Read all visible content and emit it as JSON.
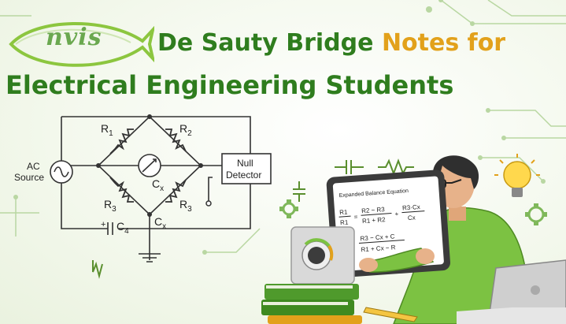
{
  "logo": {
    "text": "nvis"
  },
  "title": {
    "part1": "De Sauty Bridge ",
    "part2": "Notes for",
    "line2": "Electrical Engineering Students"
  },
  "circuit": {
    "r1": "R",
    "r1_sub": "1",
    "r2": "R",
    "r2_sub": "2",
    "r3_left": "R",
    "r3_left_sub": "3",
    "r3_right": "R",
    "r3_right_sub": "3",
    "cx_center": "C",
    "cx_center_sub": "x",
    "cx_bottom": "C",
    "cx_bottom_sub": "x",
    "c4": "C",
    "c4_sub": "4",
    "ac_source_line1": "AC",
    "ac_source_line2": "Source",
    "null_detector_line1": "Null",
    "null_detector_line2": "Detector",
    "c4_plus": "+"
  },
  "tablet": {
    "heading": "Expanded Balance Equation",
    "eq1_left_num": "R1",
    "eq1_left_den": "R1",
    "eq1_mid_num": "R2 − R3",
    "eq1_mid_den": "R1 + R2",
    "eq1_right_num": "R3·Cx",
    "eq1_right_den": "Cx",
    "eq2_num": "R3 − Cx + C",
    "eq2_den": "R1 + Cx − R"
  },
  "colors": {
    "green_dark": "#2f7d1e",
    "gold": "#e2a11b",
    "logo_green": "#6aa84f",
    "shirt": "#7cc242"
  }
}
